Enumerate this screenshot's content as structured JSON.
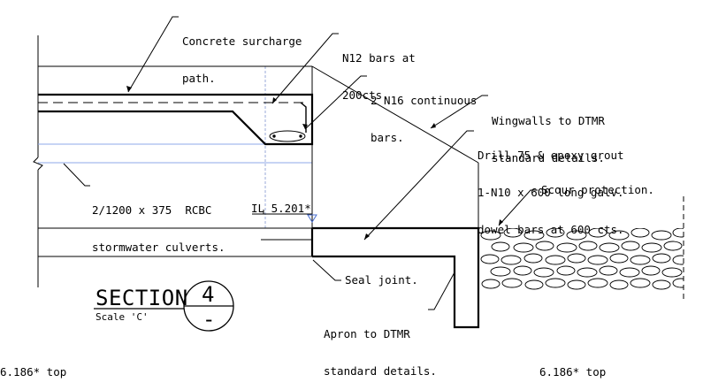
{
  "annotations": {
    "concrete_surcharge": [
      "Concrete surcharge",
      "path."
    ],
    "n12_bars": [
      "N12 bars at",
      "200cts."
    ],
    "n16_bars": [
      "2 N16 continuous",
      "bars."
    ],
    "wingwalls": [
      "Wingwalls to DTMR",
      "standard details."
    ],
    "drill": [
      "Drill 75 & epoxy grout",
      "1-N10 x 600 long galv.",
      "dowel bars at 600 cts."
    ],
    "culverts": [
      "2/1200 x 375  RCBC",
      "stormwater culverts."
    ],
    "scour": "Scour protection.",
    "invert_level": "IL 5.201*",
    "seal_joint": "Seal joint.",
    "apron": [
      "Apron to DTMR",
      "standard details."
    ]
  },
  "section_title": {
    "label": "SECTION",
    "scale": "Scale 'C'",
    "number": "4",
    "sheet": "-"
  },
  "footer": {
    "left_level": "6.186* top",
    "right_level": "6.186* top"
  },
  "colors": {
    "linework": "#000000",
    "culvert_line": "#8fa8e8",
    "hidden_line": "#9aa8d8"
  }
}
